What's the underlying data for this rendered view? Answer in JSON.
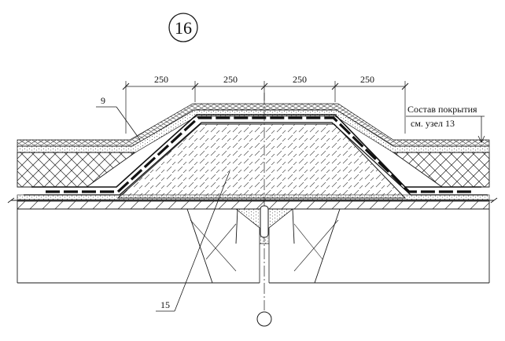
{
  "node_number": "16",
  "dimensions": [
    "250",
    "250",
    "250",
    "250"
  ],
  "callouts": {
    "layer": "9",
    "insulation": "15"
  },
  "note": {
    "line1": "Состав покрытия",
    "line2": "см. узел 13"
  },
  "colors": {
    "ink": "#1a1a1a",
    "membrane": "#111111",
    "background": "#ffffff"
  }
}
